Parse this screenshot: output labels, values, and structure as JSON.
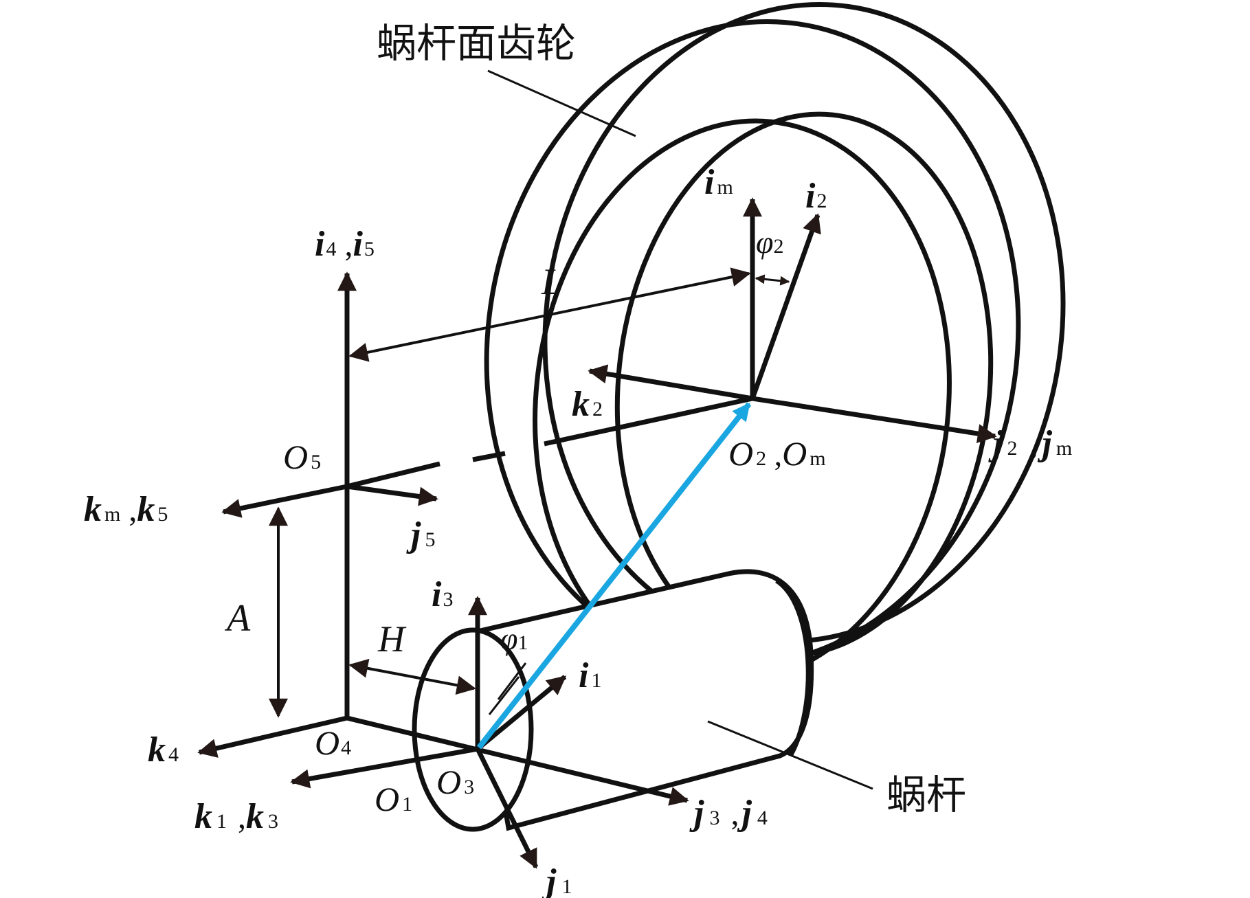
{
  "title_labels": {
    "gear_name": "蜗杆面齿轮",
    "worm_name": "蜗杆"
  },
  "axes": {
    "i4_i5": {
      "v1": "i",
      "s1": "4",
      "sep": " ,",
      "v2": "i",
      "s2": "5"
    },
    "im": {
      "v": "i",
      "s": "m"
    },
    "i2": {
      "v": "i",
      "s": "2"
    },
    "i3": {
      "v": "i",
      "s": "3"
    },
    "i1": {
      "v": "i",
      "s": "1"
    },
    "k2": {
      "v": "k",
      "s": "2"
    },
    "j2_jm": {
      "v1": "j",
      "s1": "2",
      "sep": " ,",
      "v2": "j",
      "s2": "m"
    },
    "km_k5": {
      "v1": "k",
      "s1": "m",
      "sep": " ,",
      "v2": "k",
      "s2": "5"
    },
    "j5": {
      "v": "j",
      "s": "5"
    },
    "k4": {
      "v": "k",
      "s": "4"
    },
    "k1_k3": {
      "v1": "k",
      "s1": "1",
      "sep": " ,",
      "v2": "k",
      "s2": "3"
    },
    "j3_j4": {
      "v1": "j",
      "s1": "3",
      "sep": " ,",
      "v2": "j",
      "s2": "4"
    },
    "j1": {
      "v": "j",
      "s": "1"
    }
  },
  "origins": {
    "O5": {
      "v": "O",
      "s": "5"
    },
    "O2_Om": {
      "v1": "O",
      "s1": "2",
      "sep": " ,",
      "v2": "O",
      "s2": "m"
    },
    "O4": {
      "v": "O",
      "s": "4"
    },
    "O1": {
      "v": "O",
      "s": "1"
    },
    "O3": {
      "v": "O",
      "s": "3"
    }
  },
  "dimensions": {
    "L": "L",
    "A": "A",
    "H": "H",
    "phi2": {
      "v": "φ",
      "s": "2"
    },
    "phi1": {
      "v": "φ",
      "s": "1"
    }
  },
  "colors": {
    "line": "#111111",
    "arrow": "#231815",
    "highlight_vector": "#1aa6e0"
  }
}
